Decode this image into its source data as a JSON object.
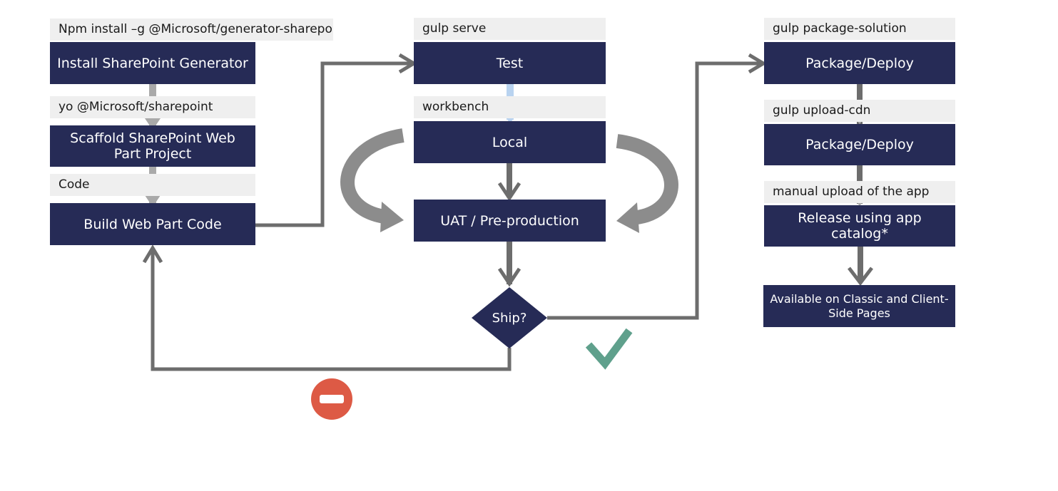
{
  "column_left": {
    "cmd_install": "Npm install –g @Microsoft/generator-sharepoint",
    "box_install": "Install SharePoint Generator",
    "cmd_scaffold": "yo @Microsoft/sharepoint",
    "box_scaffold": "Scaffold SharePoint Web Part Project",
    "cmd_code": "Code",
    "box_build": "Build Web Part Code"
  },
  "column_middle": {
    "cmd_serve": "gulp serve",
    "box_test": "Test",
    "cmd_workbench": "workbench",
    "box_local": "Local",
    "box_uat": "UAT / Pre-production",
    "decision_ship": "Ship?"
  },
  "column_right": {
    "cmd_package": "gulp package-solution",
    "box_package_1": "Package/Deploy",
    "cmd_upload_cdn": "gulp upload-cdn",
    "box_package_2": "Package/Deploy",
    "cmd_manual_upload": "manual upload of the app",
    "box_release": "Release using app catalog*",
    "box_available": "Available on Classic and Client-Side Pages"
  },
  "icons": {
    "approve": "checkmark-icon",
    "reject": "no-entry-icon"
  },
  "colors": {
    "box_fill": "#262b56",
    "command_fill": "#efefef",
    "connector": "#6d6d6d",
    "light_arrow": "#a9a9a9",
    "blue_arrow": "#b9d3f0",
    "approve": "#5fa08c",
    "reject": "#dd5a45"
  }
}
